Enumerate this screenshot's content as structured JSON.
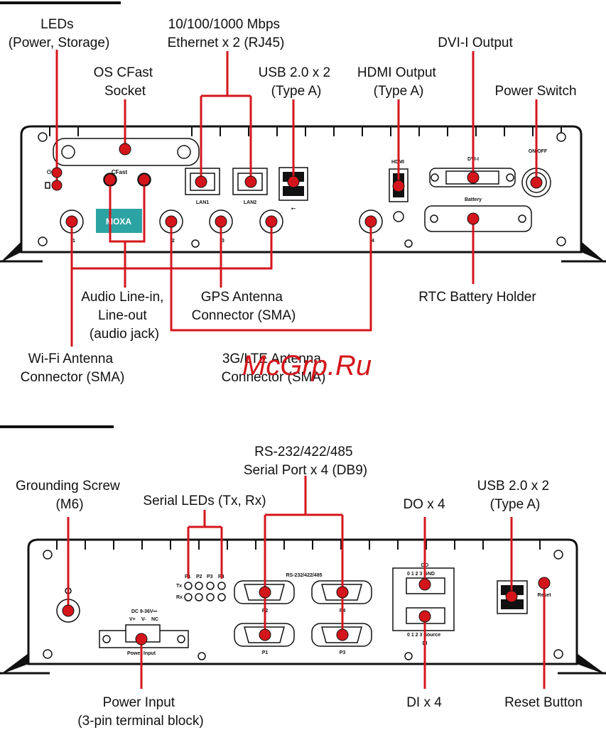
{
  "front_panel": {
    "labels": {
      "leds": [
        "LEDs",
        "(Power, Storage)"
      ],
      "ethernet": [
        "10/100/1000 Mbps",
        "Ethernet x 2 (RJ45)"
      ],
      "dvi": [
        "DVI-I Output"
      ],
      "cfast": [
        "OS CFast",
        "Socket"
      ],
      "usb": [
        "USB 2.0 x 2",
        "(Type A)"
      ],
      "hdmi": [
        "HDMI Output",
        "(Type A)"
      ],
      "power_switch": [
        "Power Switch"
      ],
      "audio": [
        "Audio Line-in,",
        "Line-out",
        "(audio jack)"
      ],
      "gps": [
        "GPS Antenna",
        "Connector (SMA)"
      ],
      "rtc": [
        "RTC Battery Holder"
      ],
      "wifi": [
        "Wi-Fi Antenna",
        "Connector (SMA)"
      ],
      "lte": [
        "3G/LTE Antenna",
        "Connector (SMA)"
      ]
    },
    "device_text": {
      "cfast": "CFast",
      "lan1": "LAN1",
      "lan2": "LAN2",
      "hdmi": "HDMI",
      "dvi": "DVI-I",
      "onoff": "ON/OFF",
      "battery": "Battery",
      "logo": "MOXA",
      "port1": "1",
      "port2": "2",
      "port3": "3",
      "port4": "4"
    }
  },
  "rear_panel": {
    "labels": {
      "serial_port": [
        "RS-232/422/485",
        "Serial Port x 4 (DB9)"
      ],
      "grounding": [
        "Grounding Screw",
        "(M6)"
      ],
      "usb": [
        "USB 2.0 x 2",
        "(Type A)"
      ],
      "serial_leds": [
        "Serial LEDs (Tx, Rx)"
      ],
      "do": [
        "DO x 4"
      ],
      "power_input": [
        "Power Input",
        "(3-pin terminal block)"
      ],
      "di": [
        "DI x 4"
      ],
      "reset": [
        "Reset Button"
      ]
    },
    "device_text": {
      "rs_header": "RS-232/422/485",
      "p1": "P1",
      "p2": "P2",
      "p3": "P3",
      "p4": "P4",
      "tx": "Tx",
      "rx": "Rx",
      "dc": "DC 9-36V⎓",
      "vplus": "V+",
      "vminus": "V-",
      "nc": "NC",
      "power_input": "Power Input",
      "do_hdr": "DO",
      "do_pins": "0  1  2  3  GND",
      "di_pins": "0  1  2  3  Source",
      "di_hdr": "DI",
      "reset": "Reset",
      "port_p1": "P1",
      "port_p2": "P2",
      "port_p3": "P3",
      "port_p4": "P4"
    }
  },
  "watermark": "McGrp.Ru",
  "colors": {
    "callout": "#d4161c",
    "outline": "#111111"
  }
}
